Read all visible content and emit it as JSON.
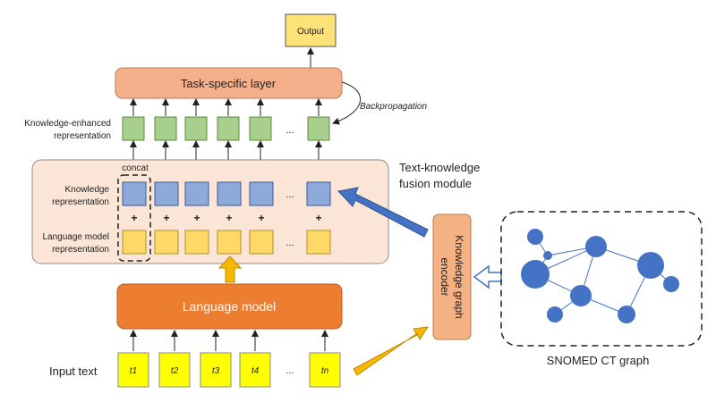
{
  "output": {
    "label": "Output"
  },
  "task_layer": {
    "label": "Task-specific layer"
  },
  "backprop": {
    "label": "Backpropagation"
  },
  "ke_repr": {
    "line1": "Knowledge-enhanced",
    "line2": "representation"
  },
  "fusion": {
    "concat_label": "concat",
    "title_line1": "Text-knowledge",
    "title_line2": "fusion module",
    "knowledge_line1": "Knowledge",
    "knowledge_line2": "representation",
    "lm_line1": "Language model",
    "lm_line2": "representation",
    "plus": "+",
    "ellipsis": "..."
  },
  "language_model": {
    "label": "Language model"
  },
  "input": {
    "label": "Input text",
    "tokens": [
      "t1",
      "t2",
      "t3",
      "t4",
      "tn"
    ],
    "ellipsis": "..."
  },
  "kg_encoder": {
    "line1": "Knowledge graph",
    "line2": "encoder"
  },
  "snomed": {
    "label": "SNOMED CT graph"
  },
  "colors": {
    "output_fill": "#fde27a",
    "task_fill": "#f4b08a",
    "green": "#a8d08d",
    "blue_box": "#8eaadb",
    "yellow_box": "#ffd966",
    "fusion_bg": "#fbe5d6",
    "lm_fill": "#ed7d31",
    "token_fill": "#ffff00",
    "kg_fill": "#f4b183",
    "node": "#4472c4",
    "arrow_blue": "#4472c4",
    "arrow_yellow": "#f9b800"
  }
}
